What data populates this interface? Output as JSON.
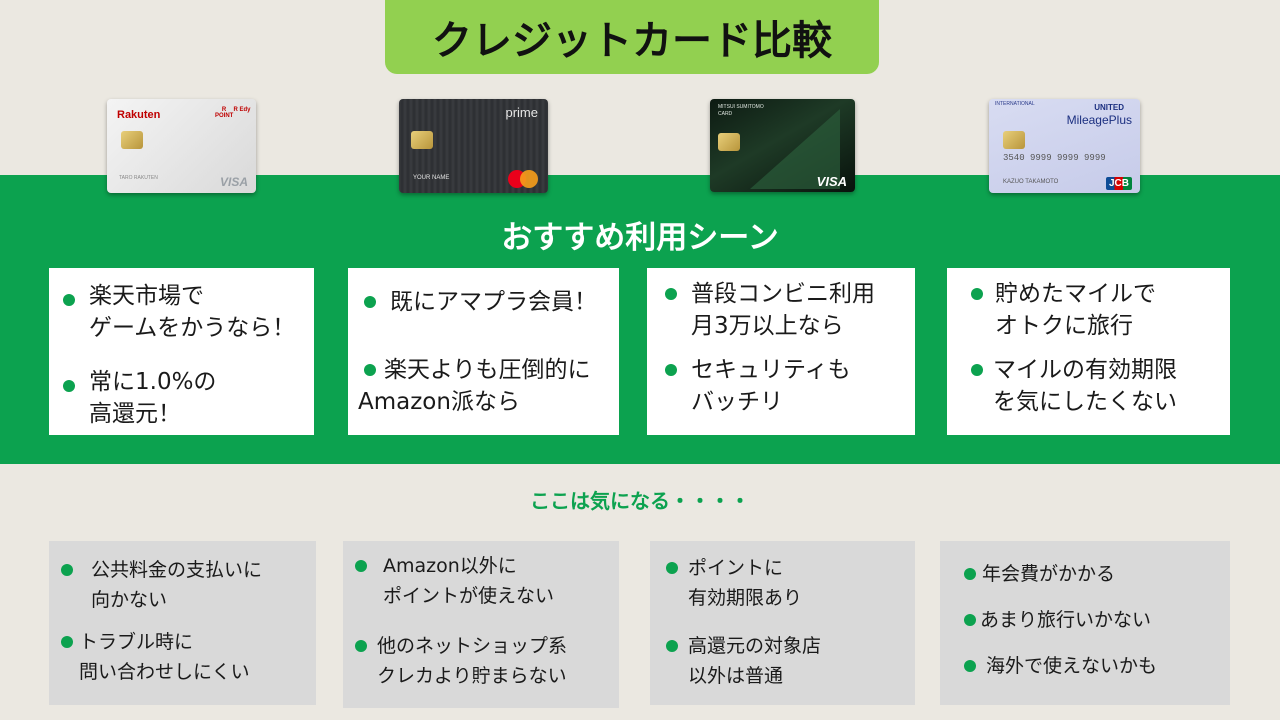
{
  "title": "クレジットカード比較",
  "scene_heading": "おすすめ利用シーン",
  "concern_heading": "ここは気になる・・・・",
  "colors": {
    "accent_green": "#0ca24f",
    "title_green": "#92d050",
    "background": "#ebe8e1",
    "concern_box": "#d9d9d9"
  },
  "cards": [
    {
      "name": "rakuten-card",
      "brand": "Rakuten",
      "marks": [
        "R POINT",
        "R Edy"
      ],
      "holder": "TARO RAKUTEN",
      "network": "VISA"
    },
    {
      "name": "amazon-prime-card",
      "brand": "prime",
      "holder": "YOUR NAME",
      "network": "mastercard"
    },
    {
      "name": "smbc-card",
      "brand": "MITSUI SUMITOMO CARD",
      "network": "VISA"
    },
    {
      "name": "united-mileageplus-card",
      "brand": "UNITED",
      "sub_brand": "MileagePlus",
      "top_text": "INTERNATIONAL",
      "number": "3540 9999 9999 9999",
      "holder": "KAZUO TAKAMOTO",
      "network": "JCB"
    }
  ],
  "recommended": [
    {
      "items": [
        "楽天市場で\nゲームをかうなら！",
        "常に1.0%の\n高還元！"
      ]
    },
    {
      "items": [
        "既にアマプラ会員！",
        "楽天よりも圧倒的に\nAmazon派なら"
      ]
    },
    {
      "items": [
        "普段コンビニ利用\n月3万以上なら",
        "セキュリティも\nバッチリ"
      ]
    },
    {
      "items": [
        "貯めたマイルで\nオトクに旅行",
        "マイルの有効期限\nを気にしたくない"
      ]
    }
  ],
  "concerns": [
    {
      "items": [
        "公共料金の支払いに\n向かない",
        "トラブル時に\n問い合わせしにくい"
      ]
    },
    {
      "items": [
        "Amazon以外に\nポイントが使えない",
        "他のネットショップ系\nクレカより貯まらない"
      ]
    },
    {
      "items": [
        "ポイントに\n有効期限あり",
        "高還元の対象店\n以外は普通"
      ]
    },
    {
      "items": [
        "年会費がかかる",
        "あまり旅行いかない",
        "海外で使えないかも"
      ]
    }
  ]
}
